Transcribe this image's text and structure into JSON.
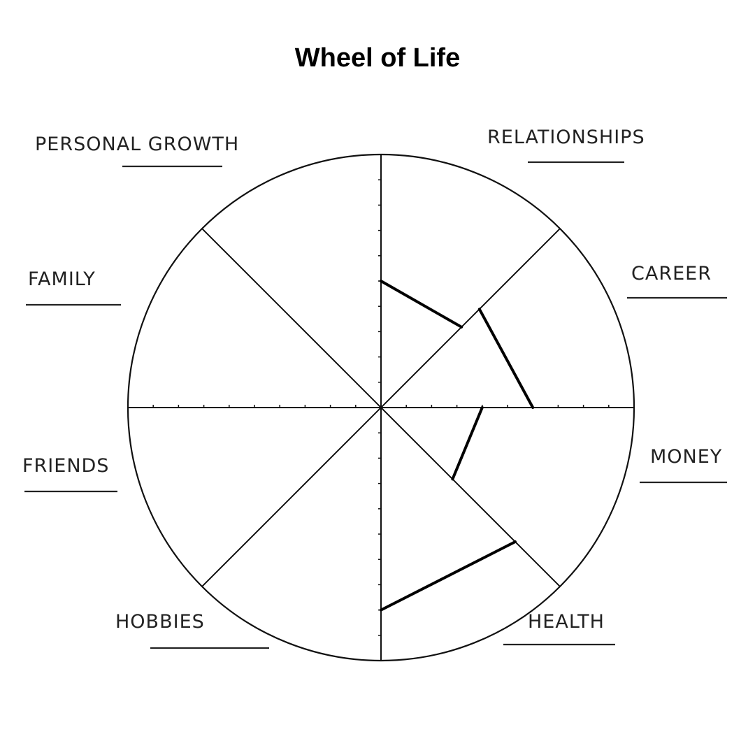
{
  "title": "Wheel of Life",
  "colors": {
    "line": "#111111",
    "score": "#000000"
  },
  "chart_data": {
    "type": "radar",
    "title": "Wheel of Life",
    "scale_max": 10,
    "categories": [
      "Relationships",
      "Career",
      "Money",
      "Health",
      "Hobbies",
      "Friends",
      "Family",
      "Personal Growth"
    ],
    "labels": [
      "RELATIONSHIPS",
      "CAREER",
      "MONEY",
      "HEALTH",
      "HOBBIES",
      "FRIENDS",
      "FAMILY",
      "PERSONAL GROWTH"
    ],
    "scores": [
      {
        "category": "Relationships",
        "start": 5,
        "end": 4.5
      },
      {
        "category": "Career",
        "start": 5.5,
        "end": 6
      },
      {
        "category": "Money",
        "start": 4,
        "end": 4
      },
      {
        "category": "Health",
        "start": 7.5,
        "end": 8
      },
      {
        "category": "Hobbies",
        "start": null,
        "end": null
      },
      {
        "category": "Friends",
        "start": null,
        "end": null
      },
      {
        "category": "Family",
        "start": null,
        "end": null
      },
      {
        "category": "Personal Growth",
        "start": null,
        "end": null
      }
    ]
  }
}
